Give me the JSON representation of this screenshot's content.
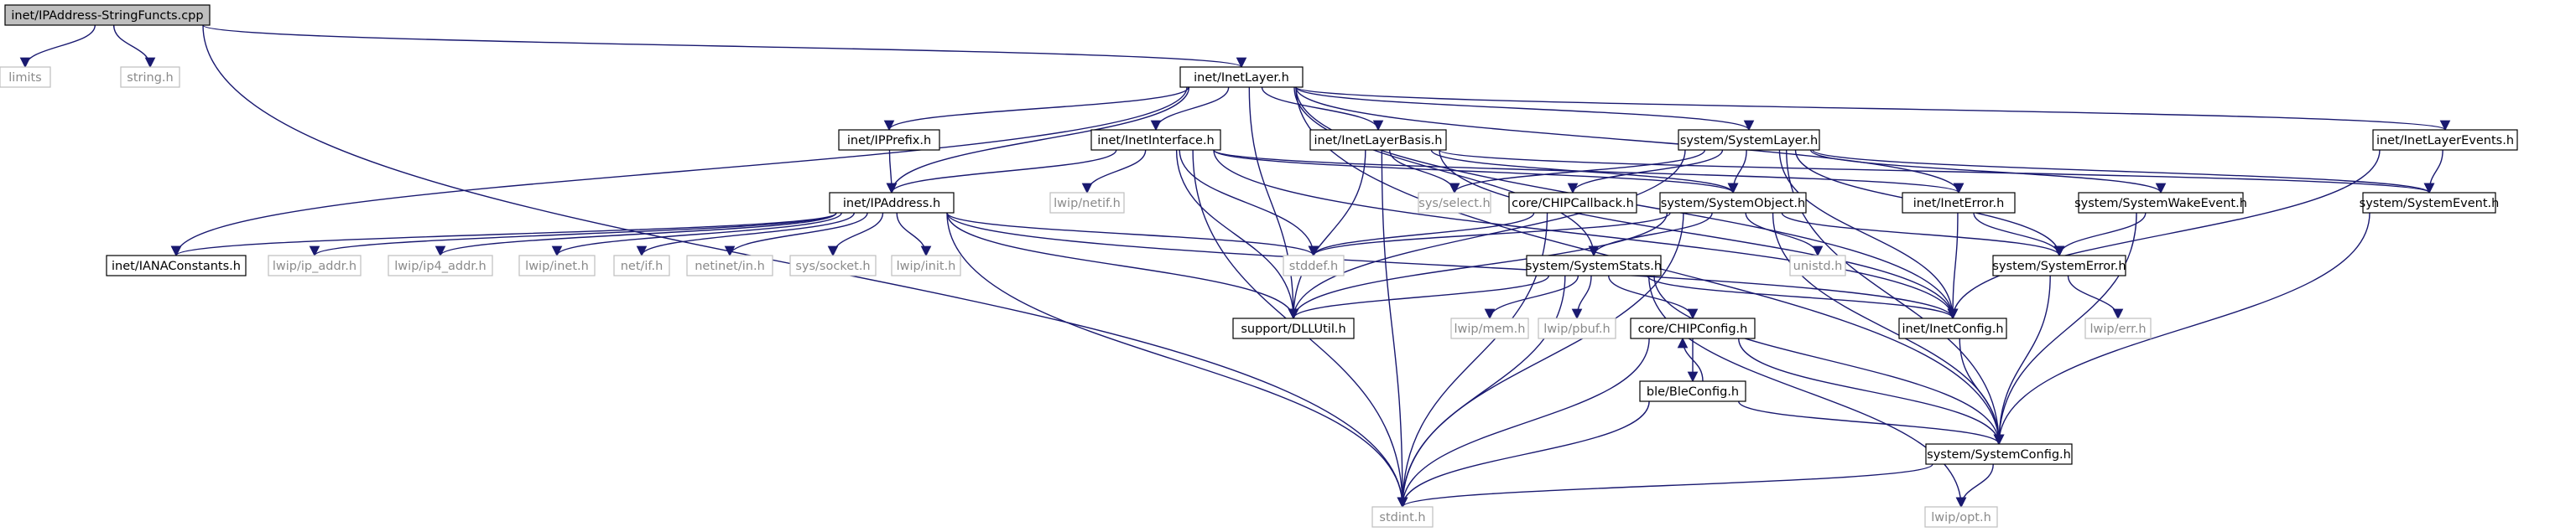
{
  "colors": {
    "edge": "#191970",
    "box_border": "#000000",
    "external_border": "#bfbfbf",
    "root_fill": "#bfbfbf",
    "node_fill": "#ffffff",
    "external_text": "#8a8a8a"
  },
  "diagram": {
    "nodes": [
      {
        "id": "root",
        "label": "inet/IPAddress-StringFuncts.cpp",
        "kind": "root"
      },
      {
        "id": "limits",
        "label": "limits",
        "kind": "external"
      },
      {
        "id": "string",
        "label": "string.h",
        "kind": "external"
      },
      {
        "id": "inetlayer",
        "label": "inet/InetLayer.h",
        "kind": "local"
      },
      {
        "id": "ipprefix",
        "label": "inet/IPPrefix.h",
        "kind": "local"
      },
      {
        "id": "inetinterface",
        "label": "inet/InetInterface.h",
        "kind": "local"
      },
      {
        "id": "inetlayerbasis",
        "label": "inet/InetLayerBasis.h",
        "kind": "local"
      },
      {
        "id": "systemlayer",
        "label": "system/SystemLayer.h",
        "kind": "local"
      },
      {
        "id": "inetlayerevents",
        "label": "inet/InetLayerEvents.h",
        "kind": "local"
      },
      {
        "id": "ipaddress",
        "label": "inet/IPAddress.h",
        "kind": "local"
      },
      {
        "id": "lwipnetif",
        "label": "lwip/netif.h",
        "kind": "external"
      },
      {
        "id": "sysselect",
        "label": "sys/select.h",
        "kind": "external"
      },
      {
        "id": "chipcallback",
        "label": "core/CHIPCallback.h",
        "kind": "local"
      },
      {
        "id": "systemobject",
        "label": "system/SystemObject.h",
        "kind": "local"
      },
      {
        "id": "ineterror",
        "label": "inet/InetError.h",
        "kind": "local"
      },
      {
        "id": "systemwakeevent",
        "label": "system/SystemWakeEvent.h",
        "kind": "local"
      },
      {
        "id": "systemevent",
        "label": "system/SystemEvent.h",
        "kind": "local"
      },
      {
        "id": "ianaconstants",
        "label": "inet/IANAConstants.h",
        "kind": "local"
      },
      {
        "id": "lwipipaddr",
        "label": "lwip/ip_addr.h",
        "kind": "external"
      },
      {
        "id": "lwipip4addr",
        "label": "lwip/ip4_addr.h",
        "kind": "external"
      },
      {
        "id": "lwipinet",
        "label": "lwip/inet.h",
        "kind": "external"
      },
      {
        "id": "netif",
        "label": "net/if.h",
        "kind": "external"
      },
      {
        "id": "netinetin",
        "label": "netinet/in.h",
        "kind": "external"
      },
      {
        "id": "syssocket",
        "label": "sys/socket.h",
        "kind": "external"
      },
      {
        "id": "lwipinit",
        "label": "lwip/init.h",
        "kind": "external"
      },
      {
        "id": "stddef",
        "label": "stddef.h",
        "kind": "external"
      },
      {
        "id": "unistd",
        "label": "unistd.h",
        "kind": "external"
      },
      {
        "id": "systemstats",
        "label": "system/SystemStats.h",
        "kind": "local"
      },
      {
        "id": "systemerror",
        "label": "system/SystemError.h",
        "kind": "local"
      },
      {
        "id": "dllutil",
        "label": "support/DLLUtil.h",
        "kind": "local"
      },
      {
        "id": "lwipmem",
        "label": "lwip/mem.h",
        "kind": "external"
      },
      {
        "id": "lwippbuf",
        "label": "lwip/pbuf.h",
        "kind": "external"
      },
      {
        "id": "chipconfig",
        "label": "core/CHIPConfig.h",
        "kind": "local"
      },
      {
        "id": "inetconfig",
        "label": "inet/InetConfig.h",
        "kind": "local"
      },
      {
        "id": "lwiperr",
        "label": "lwip/err.h",
        "kind": "external"
      },
      {
        "id": "bleconfig",
        "label": "ble/BleConfig.h",
        "kind": "local"
      },
      {
        "id": "systemconfig",
        "label": "system/SystemConfig.h",
        "kind": "local"
      },
      {
        "id": "stdint",
        "label": "stdint.h",
        "kind": "external"
      },
      {
        "id": "lwipopt",
        "label": "lwip/opt.h",
        "kind": "external"
      }
    ],
    "edges": [
      [
        "root",
        "limits"
      ],
      [
        "root",
        "string"
      ],
      [
        "root",
        "inetlayer"
      ],
      [
        "root",
        "stdint"
      ],
      [
        "inetlayer",
        "ipprefix"
      ],
      [
        "inetlayer",
        "inetinterface"
      ],
      [
        "inetlayer",
        "inetlayerbasis"
      ],
      [
        "inetlayer",
        "systemlayer"
      ],
      [
        "inetlayer",
        "inetlayerevents"
      ],
      [
        "inetlayer",
        "ipaddress"
      ],
      [
        "inetlayer",
        "ianaconstants"
      ],
      [
        "inetlayer",
        "dllutil"
      ],
      [
        "inetlayer",
        "systemstats"
      ],
      [
        "inetlayer",
        "ineterror"
      ],
      [
        "inetlayer",
        "inetconfig"
      ],
      [
        "inetlayer",
        "systemconfig"
      ],
      [
        "ipprefix",
        "ipaddress"
      ],
      [
        "inetinterface",
        "ipaddress"
      ],
      [
        "inetinterface",
        "lwipnetif"
      ],
      [
        "inetinterface",
        "stddef"
      ],
      [
        "inetinterface",
        "dllutil"
      ],
      [
        "inetinterface",
        "stdint"
      ],
      [
        "inetinterface",
        "systemobject"
      ],
      [
        "inetinterface",
        "inetconfig"
      ],
      [
        "inetinterface",
        "ineterror"
      ],
      [
        "inetlayerbasis",
        "sysselect"
      ],
      [
        "inetlayerbasis",
        "systemobject"
      ],
      [
        "inetlayerbasis",
        "dllutil"
      ],
      [
        "inetlayerbasis",
        "stdint"
      ],
      [
        "inetlayerbasis",
        "inetconfig"
      ],
      [
        "inetlayerbasis",
        "systemevent"
      ],
      [
        "systemlayer",
        "sysselect"
      ],
      [
        "systemlayer",
        "chipcallback"
      ],
      [
        "systemlayer",
        "systemobject"
      ],
      [
        "systemlayer",
        "systemwakeevent"
      ],
      [
        "systemlayer",
        "systemevent"
      ],
      [
        "systemlayer",
        "systemerror"
      ],
      [
        "systemlayer",
        "dllutil"
      ],
      [
        "systemlayer",
        "systemconfig"
      ],
      [
        "systemlayer",
        "inetconfig"
      ],
      [
        "inetlayerevents",
        "systemevent"
      ],
      [
        "inetlayerevents",
        "inetconfig"
      ],
      [
        "ipaddress",
        "ianaconstants"
      ],
      [
        "ipaddress",
        "lwipipaddr"
      ],
      [
        "ipaddress",
        "lwipip4addr"
      ],
      [
        "ipaddress",
        "lwipinet"
      ],
      [
        "ipaddress",
        "netif"
      ],
      [
        "ipaddress",
        "netinetin"
      ],
      [
        "ipaddress",
        "syssocket"
      ],
      [
        "ipaddress",
        "lwipinit"
      ],
      [
        "ipaddress",
        "stddef"
      ],
      [
        "ipaddress",
        "dllutil"
      ],
      [
        "ipaddress",
        "stdint"
      ],
      [
        "ipaddress",
        "inetconfig"
      ],
      [
        "chipcallback",
        "stddef"
      ],
      [
        "systemobject",
        "stddef"
      ],
      [
        "systemobject",
        "unistd"
      ],
      [
        "systemobject",
        "systemstats"
      ],
      [
        "systemobject",
        "systemerror"
      ],
      [
        "systemobject",
        "dllutil"
      ],
      [
        "systemobject",
        "systemconfig"
      ],
      [
        "systemobject",
        "stdint"
      ],
      [
        "ineterror",
        "systemerror"
      ],
      [
        "ineterror",
        "inetconfig"
      ],
      [
        "systemwakeevent",
        "systemerror"
      ],
      [
        "systemwakeevent",
        "systemconfig"
      ],
      [
        "systemevent",
        "systemconfig"
      ],
      [
        "systemstats",
        "dllutil"
      ],
      [
        "systemstats",
        "lwipmem"
      ],
      [
        "systemstats",
        "lwippbuf"
      ],
      [
        "systemstats",
        "chipconfig"
      ],
      [
        "systemstats",
        "inetconfig"
      ],
      [
        "systemstats",
        "lwipopt"
      ],
      [
        "systemstats",
        "stdint"
      ],
      [
        "systemstats",
        "systemconfig"
      ],
      [
        "systemerror",
        "lwiperr"
      ],
      [
        "systemerror",
        "systemconfig"
      ],
      [
        "chipconfig",
        "bleconfig"
      ],
      [
        "chipconfig",
        "systemconfig"
      ],
      [
        "chipconfig",
        "stdint"
      ],
      [
        "bleconfig",
        "chipconfig"
      ],
      [
        "bleconfig",
        "systemconfig"
      ],
      [
        "bleconfig",
        "stdint"
      ],
      [
        "chipcallback",
        "stdint"
      ],
      [
        "inetconfig",
        "systemconfig"
      ],
      [
        "systemconfig",
        "lwipopt"
      ],
      [
        "systemconfig",
        "stdint"
      ]
    ]
  }
}
